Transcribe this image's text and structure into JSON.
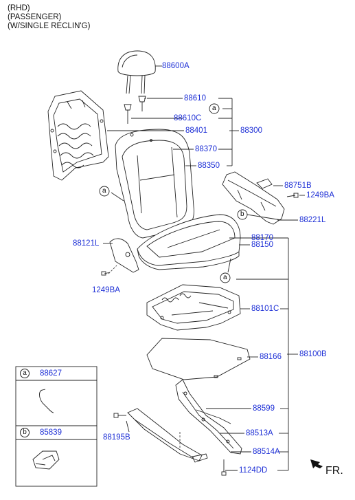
{
  "header": {
    "line1": "(RHD)",
    "line2": "(PASSENGER)",
    "line3": "(W/SINGLE RECLIN'G)"
  },
  "parts": {
    "p88600A": "88600A",
    "p88610": "88610",
    "p88610C": "88610C",
    "p88401": "88401",
    "p88300": "88300",
    "p88370": "88370",
    "p88350": "88350",
    "p88751B": "88751B",
    "p1249BA_r": "1249BA",
    "p88221L": "88221L",
    "p88170": "88170",
    "p88150": "88150",
    "p88121L": "88121L",
    "p1249BA_l": "1249BA",
    "p88101C": "88101C",
    "p88166": "88166",
    "p88100B": "88100B",
    "p88599": "88599",
    "p88195B": "88195B",
    "p88513A": "88513A",
    "p88514A": "88514A",
    "p1124DD": "1124DD"
  },
  "balloons": {
    "a": "a",
    "b": "b"
  },
  "legend": {
    "a_letter": "a",
    "a_part": "88627",
    "b_letter": "b",
    "b_part": "85839"
  },
  "direction": "FR.",
  "colors": {
    "part_number": "#1d2fd6",
    "line": "#222222"
  }
}
